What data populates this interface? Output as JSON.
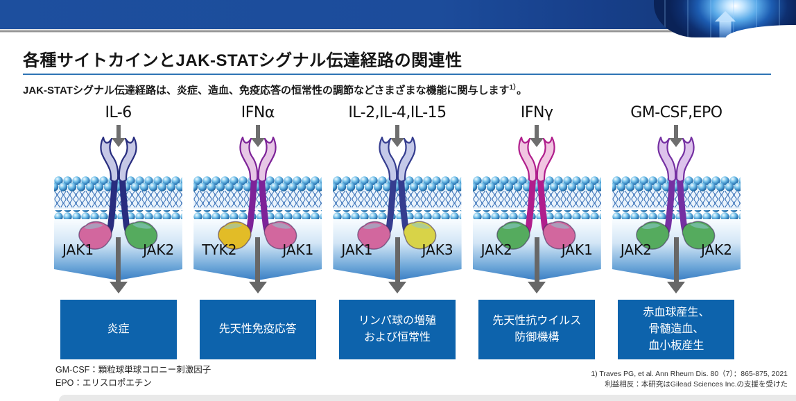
{
  "title": "各種サイトカインとJAK-STATシグナル伝達経路の関連性",
  "subtitle": {
    "text": "JAK-STATシグナル伝達経路は、炎症、造血、免疫応答の恒常性の調節などさまざまな機能に関与します",
    "sup": "1）",
    "suffix": "。"
  },
  "pathways": [
    {
      "cytokine": "IL-6",
      "jak_left": "JAK1",
      "jak_right": "JAK2",
      "outcome": "炎症",
      "colors": {
        "receptor_light": "#c6c8e6",
        "receptor_dark": "#282d7f",
        "jak_left": "#d2679e",
        "jak_right": "#55ab5e"
      }
    },
    {
      "cytokine": "IFNα",
      "jak_left": "TYK2",
      "jak_right": "JAK1",
      "outcome": "先天性免疫応答",
      "colors": {
        "receptor_light": "#e7c7e6",
        "receptor_dark": "#7d2398",
        "jak_left": "#e2bc27",
        "jak_right": "#d2679e"
      }
    },
    {
      "cytokine": "IL-2,IL-4,IL-15",
      "jak_left": "JAK1",
      "jak_right": "JAK3",
      "outcome": "リンパ球の増殖\nおよび恒常性",
      "colors": {
        "receptor_light": "#c4c9e9",
        "receptor_dark": "#353d8f",
        "jak_left": "#d2679e",
        "jak_right": "#d8d348"
      }
    },
    {
      "cytokine": "IFNγ",
      "jak_left": "JAK2",
      "jak_right": "JAK1",
      "outcome": "先天性抗ウイルス\n防御機構",
      "colors": {
        "receptor_light": "#f1c5e1",
        "receptor_dark": "#b01e8c",
        "jak_left": "#55ab5e",
        "jak_right": "#d2679e"
      }
    },
    {
      "cytokine": "GM-CSF,EPO",
      "jak_left": "JAK2",
      "jak_right": "JAK2",
      "outcome": "赤血球産生、\n骨髄造血、\n血小板産生",
      "colors": {
        "receptor_light": "#ddc3ec",
        "receptor_dark": "#7530a2",
        "jak_left": "#55ab5e",
        "jak_right": "#55ab5e"
      }
    }
  ],
  "notes": [
    "GM-CSF：顆粒球単球コロニー刺激因子",
    "EPO：エリスロポエチン"
  ],
  "references": [
    "1) Traves PG, et al. Ann Rheum Dis. 80（7）：865-875, 2021",
    "利益相反：本研究はGilead Sciences Inc.の支援を受けた"
  ],
  "colors": {
    "header_blue": "#1d4f9e",
    "title_rule_blue": "#2e74b5",
    "outcome_box_blue": "#0d63ac",
    "arrow_gray": "#6e6e6e",
    "membrane_sphere_blue": "#2f7cba"
  }
}
